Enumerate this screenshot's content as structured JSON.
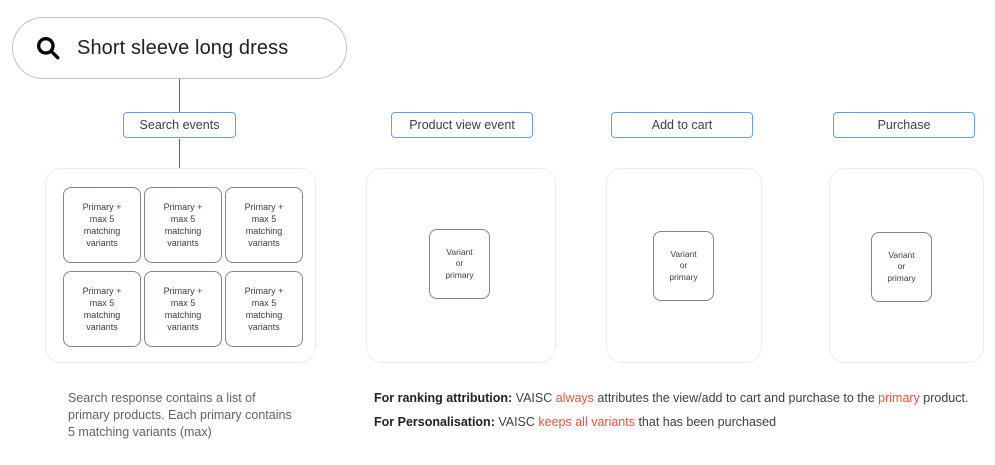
{
  "search": {
    "icon": "search-icon",
    "query": "Short sleeve long dress"
  },
  "chips": {
    "search_events": "Search events",
    "product_view": "Product view event",
    "add_to_cart": "Add to cart",
    "purchase": "Purchase"
  },
  "panels": {
    "search_results": {
      "card_label": "Primary + max 5 matching variants",
      "card_lines": [
        "Primary +",
        "max 5",
        "matching",
        "variants"
      ],
      "card_count": 6
    },
    "variant_card_lines": [
      "Variant",
      "or",
      "primary"
    ]
  },
  "captions": {
    "left": "Search response contains a list of primary products. Each primary contains 5 matching variants (max)",
    "ranking": {
      "label": "For ranking attribution:",
      "part1": " VAISC ",
      "highlight1": "always",
      "part2": " attributes the view/add to cart and purchase to the ",
      "highlight2": "primary",
      "part3": " product."
    },
    "personalisation": {
      "label": "For Personalisation:",
      "part1": " VAISC ",
      "highlight1": "keeps all variants",
      "part2": " that has been purchased"
    }
  },
  "colors": {
    "chip_border": "#669df6",
    "highlight": "#f4503c",
    "panel_border": "#ebecee",
    "card_border": "#80868b"
  }
}
